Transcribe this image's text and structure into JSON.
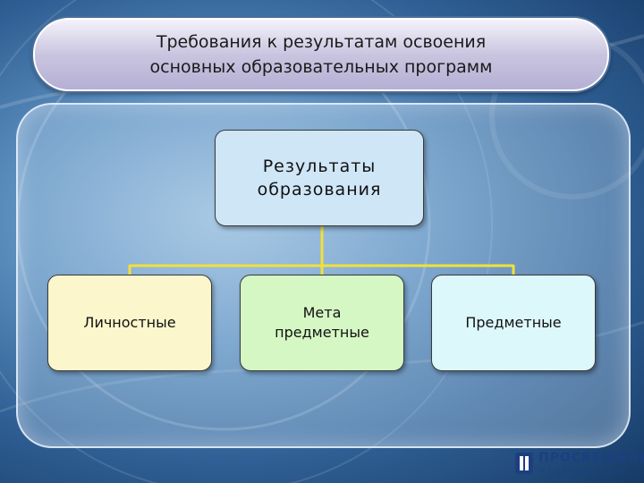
{
  "title": {
    "line1": "Требования к результатам освоения",
    "line2": "основных образовательных программ"
  },
  "diagram": {
    "root": {
      "line1": "Результаты",
      "line2": "образования"
    },
    "children": [
      {
        "line1": "Личностные",
        "line2": ""
      },
      {
        "line1": "Мета",
        "line2": "предметные"
      },
      {
        "line1": "Предметные",
        "line2": ""
      }
    ]
  },
  "logo": {
    "name": "ПРОСВЕЩЕНИЕ",
    "subtitle": "издательство",
    "icon": "publisher-logo-icon"
  },
  "colors": {
    "connector": "#f2e03a",
    "root_fill": "#cfe6f7",
    "child1_fill": "#fbf6cc",
    "child2_fill": "#d5f7c4",
    "child3_fill": "#ddf8fb",
    "logo": "#1c3f82"
  }
}
